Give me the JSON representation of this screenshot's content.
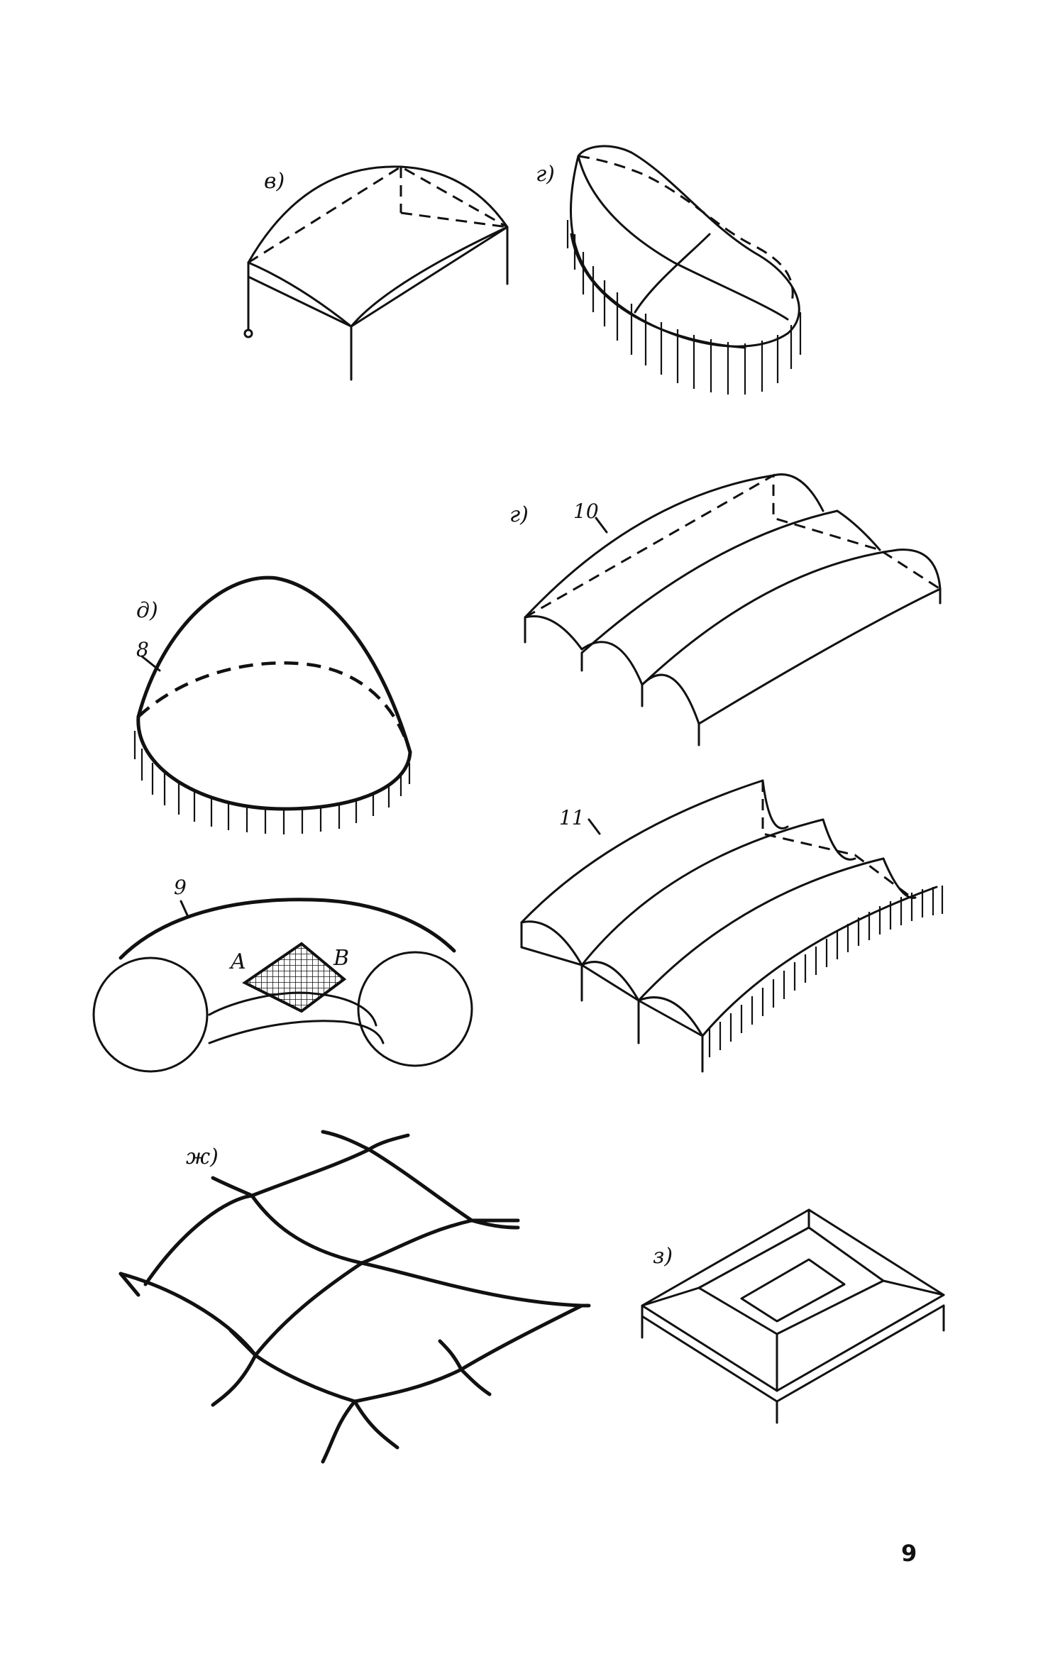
{
  "labels": {
    "v": "в)",
    "g1": "г)",
    "d": "д)",
    "g2": "г)",
    "zh": "ж)",
    "z": "з)"
  },
  "numbers": {
    "n8": "8",
    "n9": "9",
    "n10": "10",
    "n11": "11"
  },
  "points": {
    "a": "A",
    "b": "B"
  },
  "page_number": "9"
}
